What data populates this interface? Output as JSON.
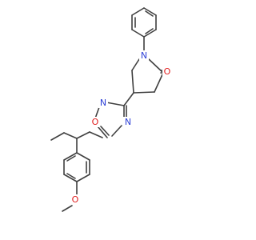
{
  "diagram": {
    "atoms": {
      "ring_nitrogen": {
        "text": "N",
        "color": "#2c3fd6"
      },
      "carbonyl_oxygen": {
        "text": "O",
        "color": "#e01e1e"
      },
      "oxadiazole_oxygen": {
        "text": "O",
        "color": "#e01e1e"
      },
      "oxadiazole_n2": {
        "text": "N",
        "color": "#2c3fd6"
      },
      "oxadiazole_n4": {
        "text": "N",
        "color": "#2c3fd6"
      },
      "methoxy_oxygen": {
        "text": "O",
        "color": "#e01e1e"
      }
    },
    "bond_color": "#404040",
    "background": "#ffffff"
  }
}
